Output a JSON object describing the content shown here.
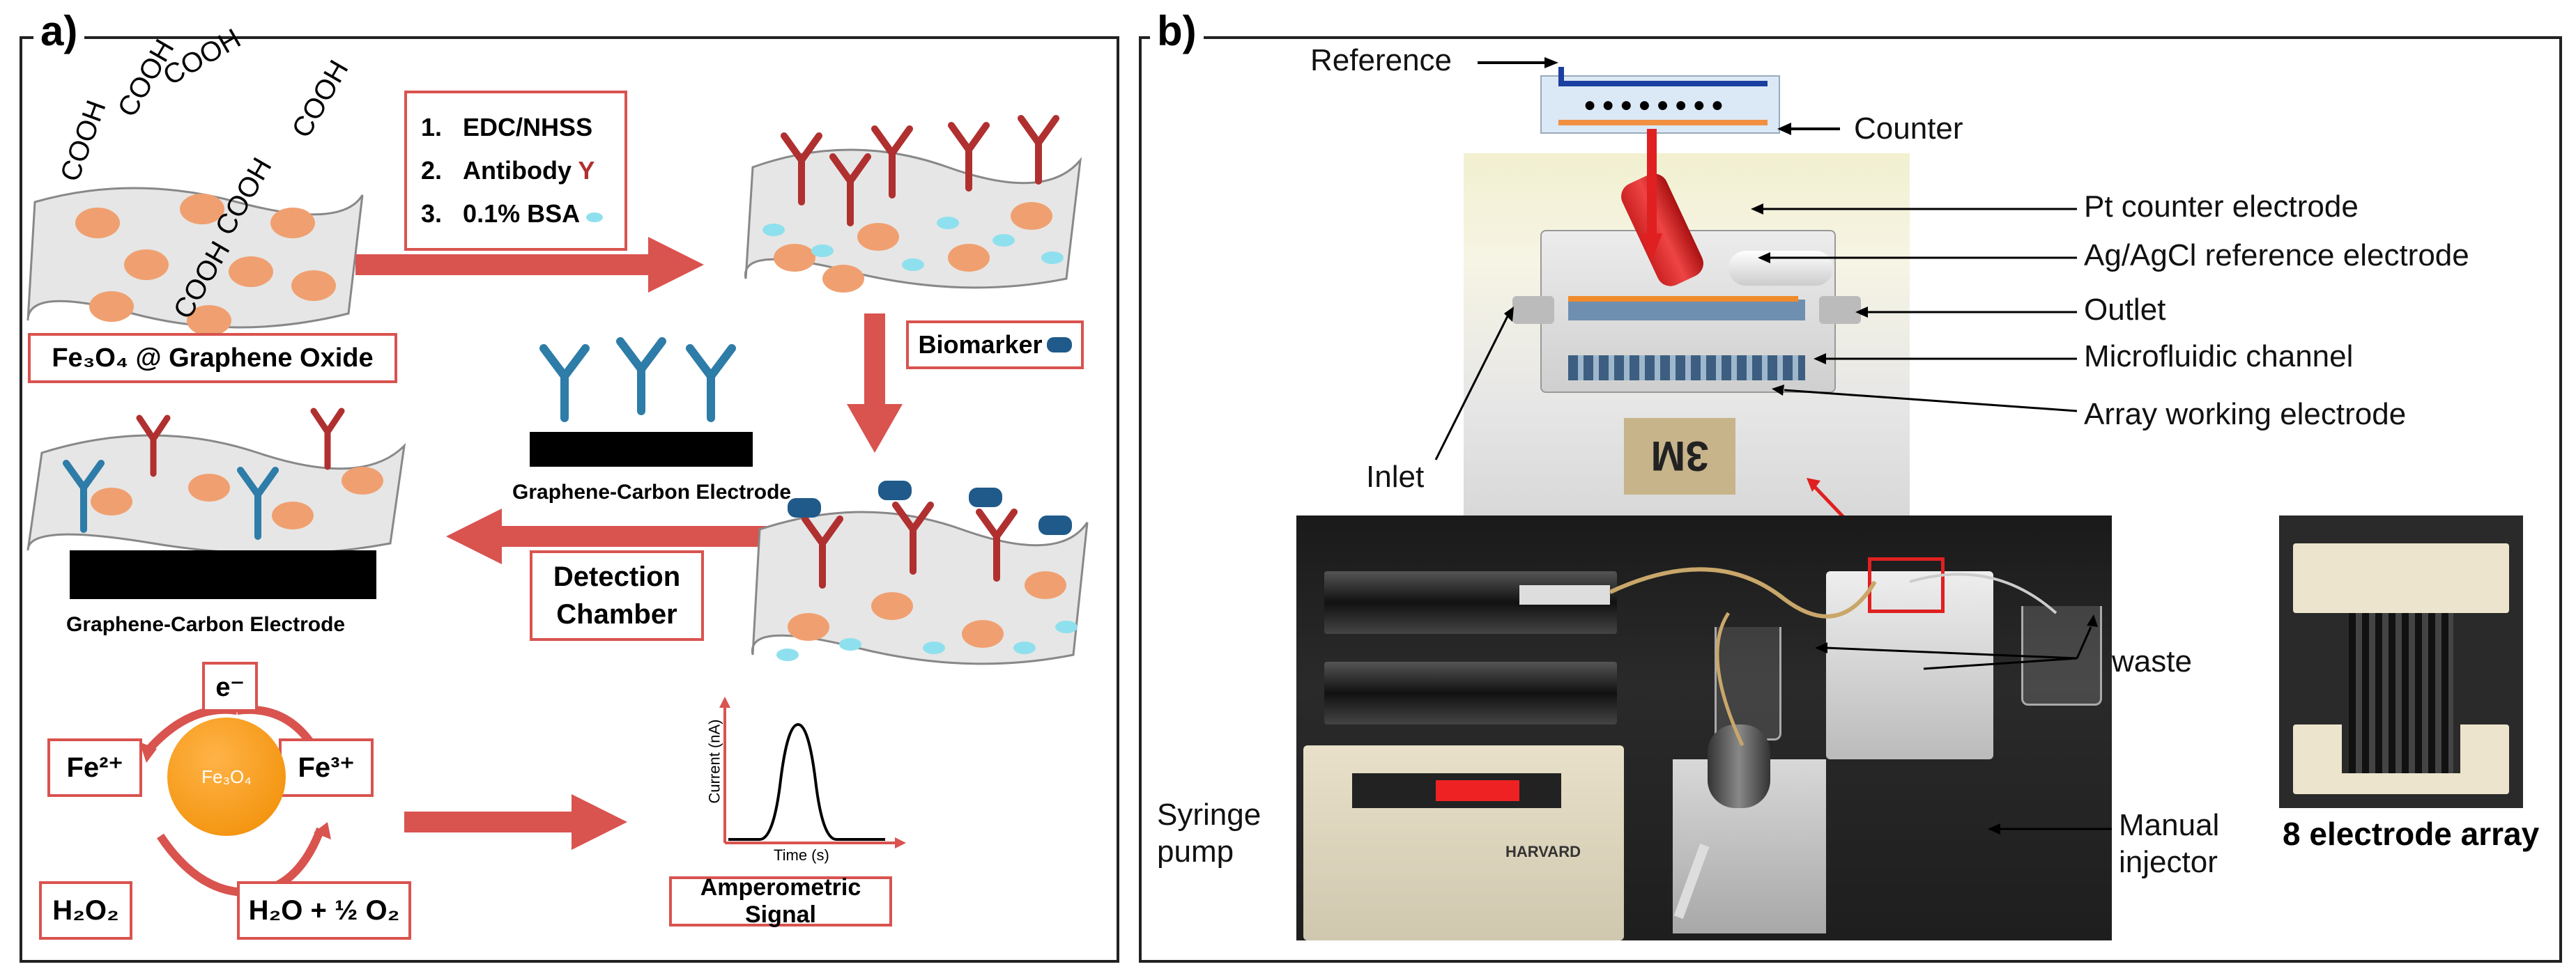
{
  "panel_a": {
    "letter": "a)",
    "cooh": [
      "COOH",
      "COOH",
      "COOH",
      "COOH",
      "COOH",
      "COOH"
    ],
    "steps": [
      {
        "num": "1.",
        "text": "EDC/NHSS"
      },
      {
        "num": "2.",
        "text": "Antibody"
      },
      {
        "num": "3.",
        "text": "0.1% BSA"
      }
    ],
    "fe3o4_go": "Fe₃O₄ @ Graphene Oxide",
    "biomarker": "Biomarker",
    "electrode_top": "Graphene-Carbon  Electrode",
    "electrode_bottom": "Graphene-Carbon Electrode",
    "detection": "Detection Chamber",
    "electron": "e⁻",
    "fe2": "Fe²⁺",
    "fe3": "Fe³⁺",
    "core": "Fe₃O₄",
    "h2o2": "H₂O₂",
    "products": "H₂O + ½ O₂",
    "signal": {
      "ylabel": "Current (nA)",
      "xlabel": "Time (s)",
      "caption": "Amperometric Signal"
    },
    "co_label": "CO"
  },
  "panel_b": {
    "letter": "b)",
    "reference": "Reference",
    "counter": "Counter",
    "callouts": {
      "pt": "Pt counter electrode",
      "agcl": "Ag/AgCl reference electrode",
      "outlet": "Outlet",
      "channel": "Microfluidic channel",
      "array": "Array working electrode",
      "inlet": "Inlet",
      "waste": "waste",
      "syringe_1": "Syringe",
      "syringe_2": "pump",
      "injector_1": "Manual",
      "injector_2": "injector"
    },
    "array_caption": "8 electrode array",
    "pump_brand": "HARVARD",
    "chip_mark": "3M"
  },
  "colors": {
    "accent_red": "#d9534f",
    "antibody_red": "#b03030",
    "antibody_blue": "#2e7ca8",
    "particle_orange": "#f0a070",
    "bsa_cyan": "#8fe0ee",
    "biomarker_blue": "#1f5a8a"
  }
}
